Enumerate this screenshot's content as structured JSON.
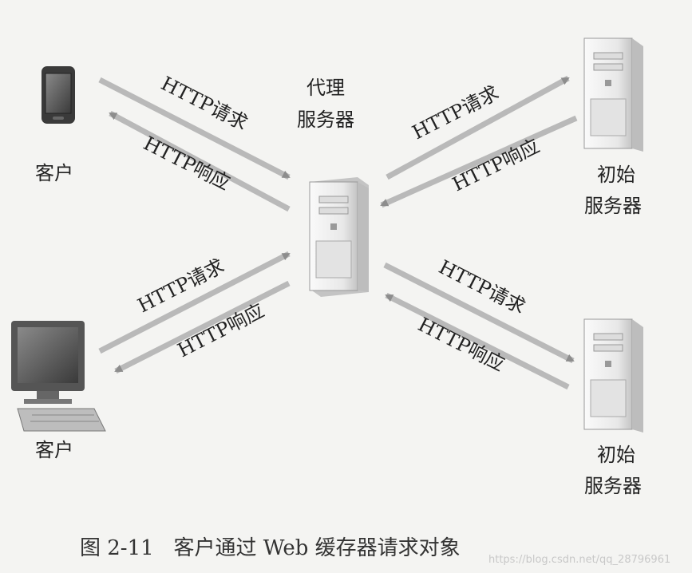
{
  "labels": {
    "proxy_line1": "代理",
    "proxy_line2": "服务器",
    "client_top": "客户",
    "client_bottom": "客户",
    "origin_top_line1": "初始",
    "origin_top_line2": "服务器",
    "origin_bottom_line1": "初始",
    "origin_bottom_line2": "服务器"
  },
  "arrows": {
    "http_request": "HTTP请求",
    "http_response": "HTTP响应"
  },
  "caption": "图 2-11   客户通过 Web 缓存器请求对象",
  "watermark": "https://blog.csdn.net/qq_28796961",
  "colors": {
    "arrow": "#b9b9b9",
    "arrow_head": "#8d8d8d",
    "text": "#222222",
    "tower_light": "#f0f0f0",
    "tower_shadow": "#bdbdbd"
  },
  "icons": [
    "smartphone-icon",
    "desktop-computer-icon",
    "server-tower-icon"
  ]
}
